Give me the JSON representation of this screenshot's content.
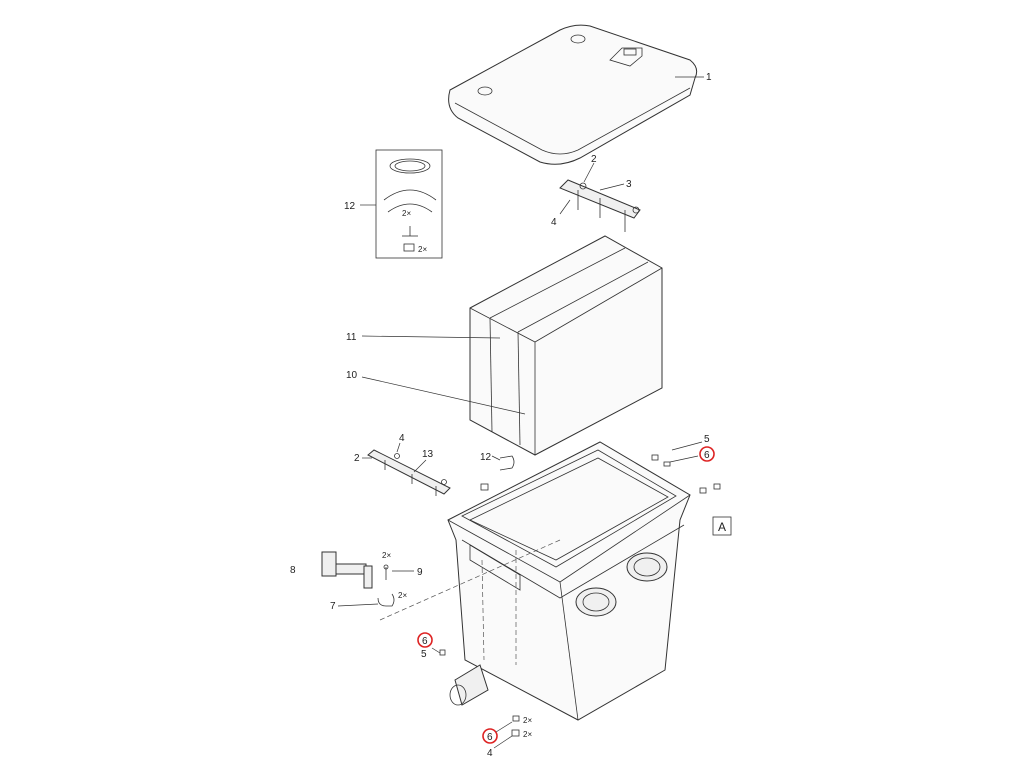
{
  "callouts": {
    "c1": "1",
    "c2a": "2",
    "c3": "3",
    "c4a": "4",
    "c12a": "12",
    "c12a_q1": "2×",
    "c12a_q2": "2×",
    "c11": "11",
    "c10": "10",
    "c4b": "4",
    "c2b": "2",
    "c13": "13",
    "c12b": "12",
    "c5a": "5",
    "c6a": "6",
    "c8": "8",
    "c9": "9",
    "c9_q": "2×",
    "c7": "7",
    "c7_q": "2×",
    "c6b": "6",
    "c5b": "5",
    "c6c": "6",
    "c4c": "4",
    "c_q1": "2×",
    "c_q2": "2×"
  },
  "view_label": "A",
  "highlight_color": "#dd2222"
}
